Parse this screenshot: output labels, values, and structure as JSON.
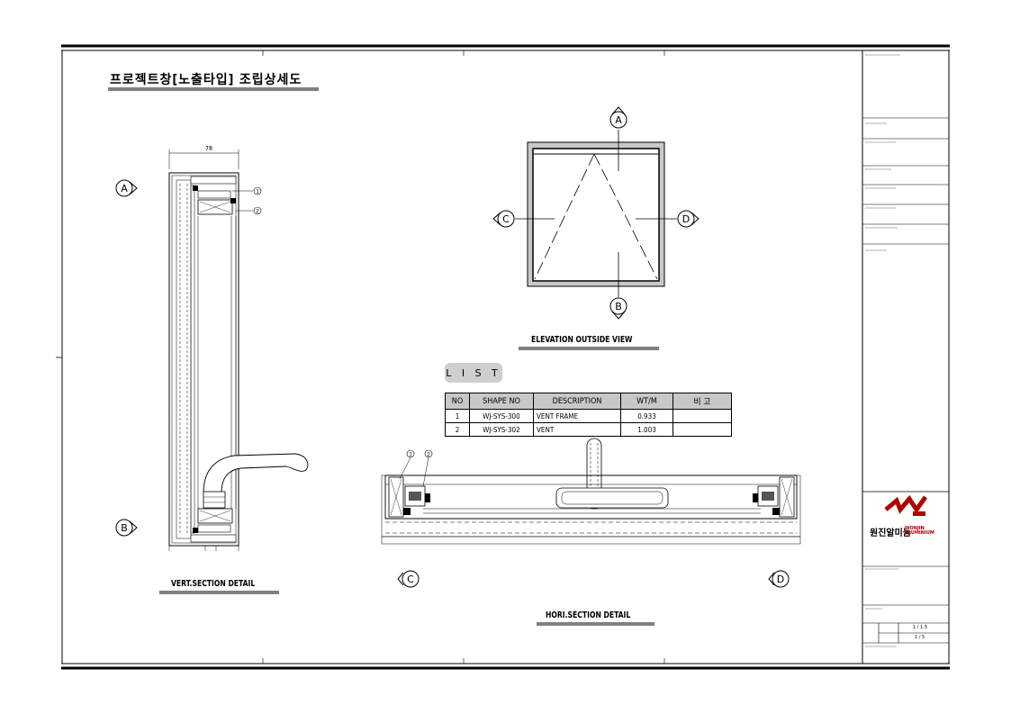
{
  "drawing": {
    "title": "프로젝트창[노출타입] 조립상세도",
    "captions": {
      "elevation": "ELEVATION OUTSIDE VIEW",
      "vertical": "VERT.SECTION DETAIL",
      "horizontal": "HORI.SECTION DETAIL"
    },
    "dimension": "78",
    "markers": {
      "elev_top": "A",
      "elev_bottom": "B",
      "elev_left": "C",
      "elev_right": "D",
      "vert_top": "A",
      "vert_bottom": "B",
      "hori_left": "C",
      "hori_right": "D"
    },
    "callouts": {
      "vert_1": "①",
      "vert_2": "②",
      "hori_1": "①",
      "hori_2": "②"
    }
  },
  "list": {
    "badge": "L I S T",
    "headers": [
      "NO",
      "SHAPE NO",
      "DESCRIPTION",
      "WT/M",
      "비 고"
    ],
    "rows": [
      {
        "no": "1",
        "shape": "WJ-SYS-300",
        "desc": "VENT FRAME",
        "wt": "0.933",
        "note": ""
      },
      {
        "no": "2",
        "shape": "WJ-SYS-302",
        "desc": "VENT",
        "wt": "1.003",
        "note": ""
      }
    ]
  },
  "title_block": {
    "logo_korean": "원진알미늄",
    "logo_english": [
      "WONJIN",
      "ALUMINIUM"
    ],
    "scale_rows": [
      {
        "value": "1 / 1.5"
      },
      {
        "value": "1 / 5"
      }
    ]
  },
  "colors": {
    "line": "#000000",
    "frame_fill": "#c8c8c8",
    "logo_red": "#b00000"
  }
}
